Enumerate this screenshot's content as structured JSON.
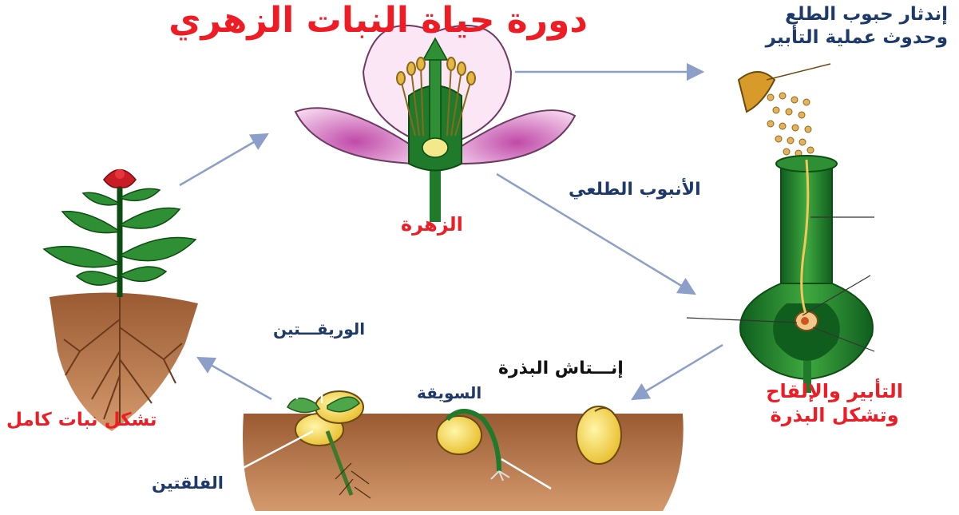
{
  "title": "دورة حياة النبات الزهري",
  "labels": {
    "flower": "الزهرة",
    "pollen_line1": "إندثار حبوب الطلع",
    "pollen_line2": "وحدوث عملية التأبير",
    "pollen_tube": "الأنبوب الطلعي",
    "pollination_line1": "التأبير والإلقاح",
    "pollination_line2": "وتشكل البذرة",
    "germination": "إنـــتاش البذرة",
    "hypocotyl": "السويقة",
    "plumule": "الوريقـــتين",
    "cotyledons": "الفلقتين",
    "full_plant": "تشكل نبات كامل"
  },
  "colors": {
    "red_text": "#ee1c25",
    "navy_text": "#1d3a6b",
    "soil": "#b8764a",
    "green": "#1f7a2c",
    "arrow": "#8c9fc9"
  }
}
